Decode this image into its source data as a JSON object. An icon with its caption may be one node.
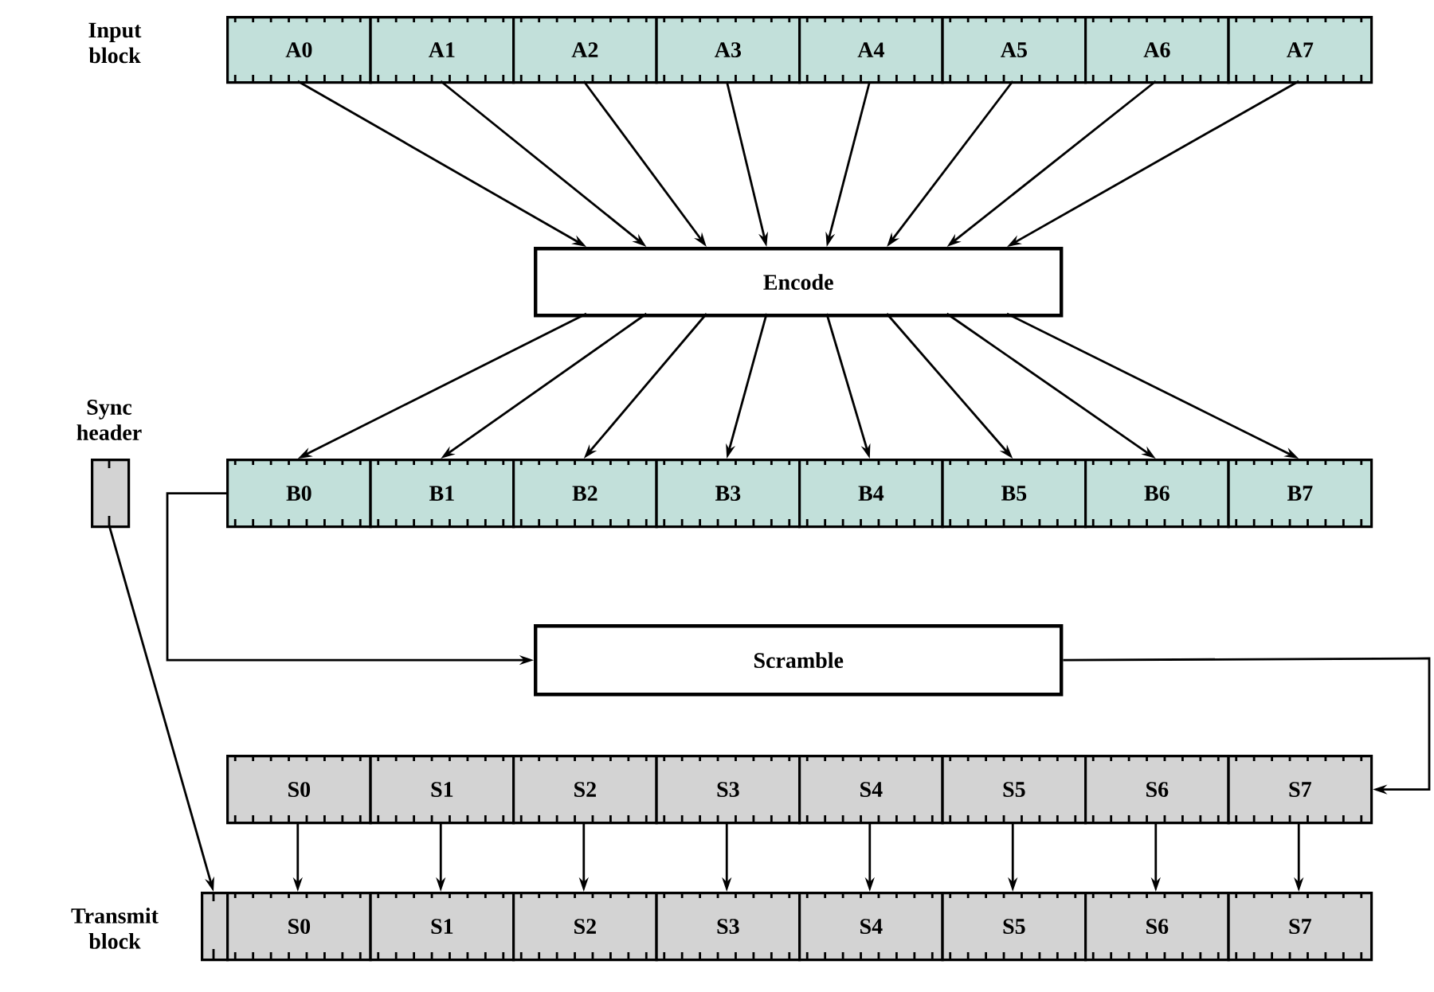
{
  "diagram": {
    "nodes": [
      {
        "text": [
          "A0"
        ]
      },
      {
        "text": [
          "A1"
        ]
      },
      {
        "text": [
          "A2"
        ]
      },
      {
        "text": [
          "A3"
        ]
      },
      {
        "text": [
          "A4"
        ]
      },
      {
        "text": [
          "A5"
        ]
      },
      {
        "text": [
          "A6"
        ]
      },
      {
        "text": [
          "A7"
        ]
      },
      {
        "text": [
          "Encode"
        ]
      },
      {
        "text": [],
        "shape": "box",
        "beside": [
          "Sync header"
        ]
      },
      {
        "text": [
          "B0"
        ]
      },
      {
        "text": [
          "B1"
        ]
      },
      {
        "text": [
          "B2"
        ]
      },
      {
        "text": [
          "B3"
        ]
      },
      {
        "text": [
          "B4"
        ]
      },
      {
        "text": [
          "B5"
        ]
      },
      {
        "text": [
          "B6"
        ]
      },
      {
        "text": [
          "B7"
        ]
      },
      {
        "text": [
          "Scramble"
        ]
      },
      {
        "text": [
          "S0"
        ]
      },
      {
        "text": [
          "S1"
        ]
      },
      {
        "text": [
          "S2"
        ]
      },
      {
        "text": [
          "S3"
        ]
      },
      {
        "text": [
          "S4"
        ]
      },
      {
        "text": [
          "S5"
        ]
      },
      {
        "text": [
          "S6"
        ]
      },
      {
        "text": [
          "S7"
        ]
      },
      {
        "text": [],
        "shape": "box"
      },
      {
        "text": [
          "S0"
        ]
      },
      {
        "text": [
          "S1"
        ]
      },
      {
        "text": [
          "S2"
        ]
      },
      {
        "text": [
          "S3"
        ]
      },
      {
        "text": [
          "S4"
        ]
      },
      {
        "text": [
          "S5"
        ]
      },
      {
        "text": [
          "S6"
        ]
      },
      {
        "text": [
          "S7"
        ]
      }
    ],
    "edges": [
      {
        "from": 0,
        "to": 8,
        "arrow": "to"
      },
      {
        "from": 1,
        "to": 8,
        "arrow": "to"
      },
      {
        "from": 2,
        "to": 8,
        "arrow": "to"
      },
      {
        "from": 3,
        "to": 8,
        "arrow": "to"
      },
      {
        "from": 4,
        "to": 8,
        "arrow": "to"
      },
      {
        "from": 5,
        "to": 8,
        "arrow": "to"
      },
      {
        "from": 6,
        "to": 8,
        "arrow": "to"
      },
      {
        "from": 7,
        "to": 8,
        "arrow": "to"
      },
      {
        "from": 8,
        "to": 10,
        "arrow": "to"
      },
      {
        "from": 8,
        "to": 11,
        "arrow": "to"
      },
      {
        "from": 8,
        "to": 12,
        "arrow": "to"
      },
      {
        "from": 8,
        "to": 13,
        "arrow": "to"
      },
      {
        "from": 8,
        "to": 14,
        "arrow": "to"
      },
      {
        "from": 8,
        "to": 15,
        "arrow": "to"
      },
      {
        "from": 8,
        "to": 16,
        "arrow": "to"
      },
      {
        "from": 8,
        "to": 17,
        "arrow": "to"
      },
      {
        "from": 10,
        "to": 18,
        "arrow": "to"
      },
      {
        "from": 18,
        "to": 26,
        "arrow": "to"
      },
      {
        "from": 9,
        "to": 27,
        "arrow": "to"
      },
      {
        "from": 19,
        "to": 28,
        "arrow": "to"
      },
      {
        "from": 20,
        "to": 29,
        "arrow": "to"
      },
      {
        "from": 21,
        "to": 30,
        "arrow": "to"
      },
      {
        "from": 22,
        "to": 31,
        "arrow": "to"
      },
      {
        "from": 23,
        "to": 32,
        "arrow": "to"
      },
      {
        "from": 24,
        "to": 33,
        "arrow": "to"
      },
      {
        "from": 25,
        "to": 34,
        "arrow": "to"
      },
      {
        "from": 26,
        "to": 35,
        "arrow": "to"
      }
    ],
    "labels": [
      "Input block",
      "Transmit block"
    ]
  }
}
